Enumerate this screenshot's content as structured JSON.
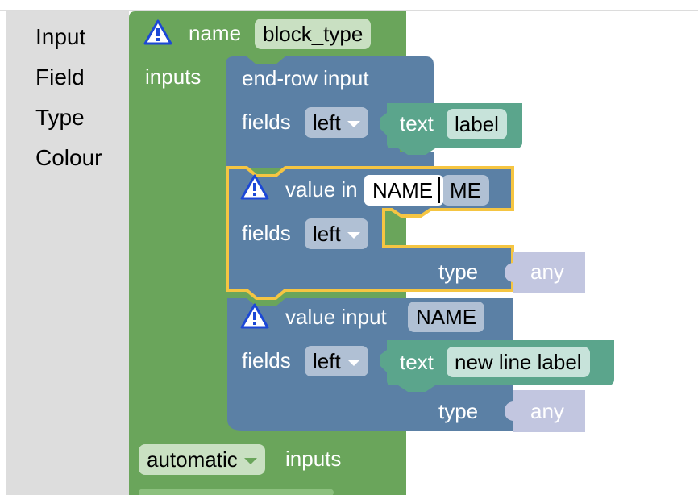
{
  "toolbox": {
    "categories": [
      "Input",
      "Field",
      "Type",
      "Colour"
    ]
  },
  "factory_block": {
    "name_label": "name",
    "name_value": "block_type",
    "inputs_label": "inputs",
    "automatic_value": "automatic",
    "automatic_suffix": "inputs"
  },
  "endrow_block": {
    "title": "end-row input",
    "fields_label": "fields",
    "align_value": "left",
    "text_block": {
      "label": "text",
      "value": "label"
    }
  },
  "value_input_1": {
    "title": "value in",
    "name_editing": "NAME",
    "name_behind": "ME",
    "fields_label": "fields",
    "align_value": "left",
    "type_label": "type",
    "type_value": "any"
  },
  "value_input_2": {
    "title": "value input",
    "name_value": "NAME",
    "fields_label": "fields",
    "align_value": "left",
    "text_block": {
      "label": "text",
      "value": "new line label"
    },
    "type_label": "type",
    "type_value": "any"
  },
  "colors": {
    "toolbox_bg": "#dddddd",
    "factory_green": "#6aa55b",
    "input_blue": "#5b80a5",
    "text_green": "#5ba58c",
    "type_lavender": "#c2c6e0",
    "selection_yellow": "#f5c542",
    "warning_blue": "#1c48d6"
  }
}
